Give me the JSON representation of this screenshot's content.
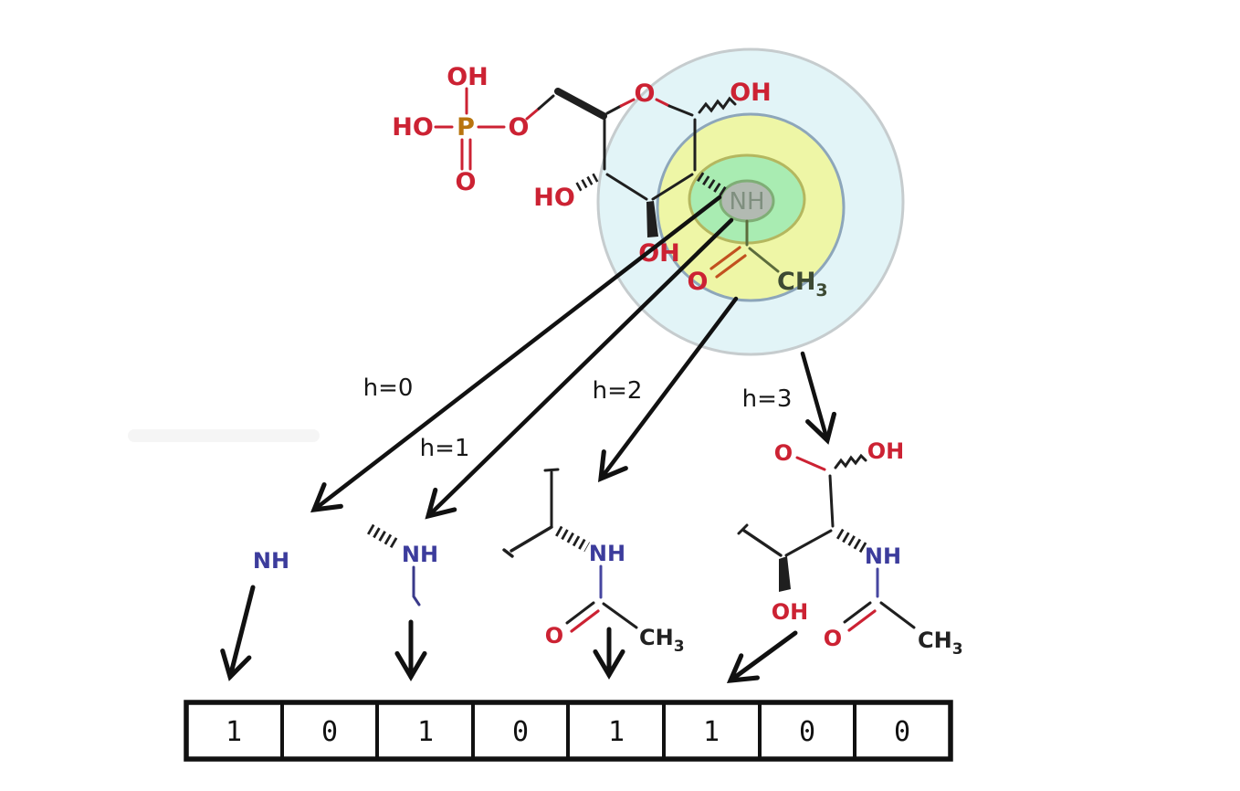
{
  "molecule": {
    "phosphate": {
      "oh_top": "OH",
      "ho_left": "HO",
      "p": "P",
      "o_ester": "O",
      "o_double": "O"
    },
    "ring": {
      "o": "O",
      "oh_anomeric": "OH",
      "ho_left": "HO",
      "oh_bottom": "OH"
    },
    "center_atom": {
      "nh": "NH"
    },
    "acetyl": {
      "o": "O",
      "ch3": "CH",
      "ch3_sub": "3"
    }
  },
  "radius_labels": {
    "h0": "h=0",
    "h1": "h=1",
    "h2": "h=2",
    "h3": "h=3"
  },
  "fragments": {
    "f1": {
      "nh": "NH"
    },
    "f2": {
      "nh": "NH"
    },
    "f3": {
      "nh": "NH",
      "o": "O",
      "ch3": "CH",
      "ch3_sub": "3"
    },
    "f4": {
      "o_top": "O",
      "oh_top": "OH",
      "nh": "NH",
      "oh_bottom": "OH",
      "o_carbonyl": "O",
      "ch3": "CH",
      "ch3_sub": "3"
    }
  },
  "bitvector": {
    "values": [
      "1",
      "0",
      "1",
      "0",
      "1",
      "1",
      "0",
      "0"
    ]
  },
  "colors": {
    "heteroatom_red": "#cc2233",
    "phosphorus_orange": "#b8740f",
    "nitrogen_blue": "#3c3c9c",
    "center_nh_gray": "#7f8f7f",
    "acetyl_olive": "#5c6c3c",
    "carbonyl_orange": "#c2511f",
    "ring_outer_fill": "#e2f4f7",
    "ring_outer_stroke": "#c6ccce",
    "ring_h2_fill": "#eef6a6",
    "ring_h2_stroke": "#8da6ba",
    "ring_h1_fill": "#a9ecb2",
    "ring_h1_stroke": "#b4b75f",
    "ring_h0_fill": "#b2bab2",
    "ring_h0_stroke": "#7fae76"
  }
}
